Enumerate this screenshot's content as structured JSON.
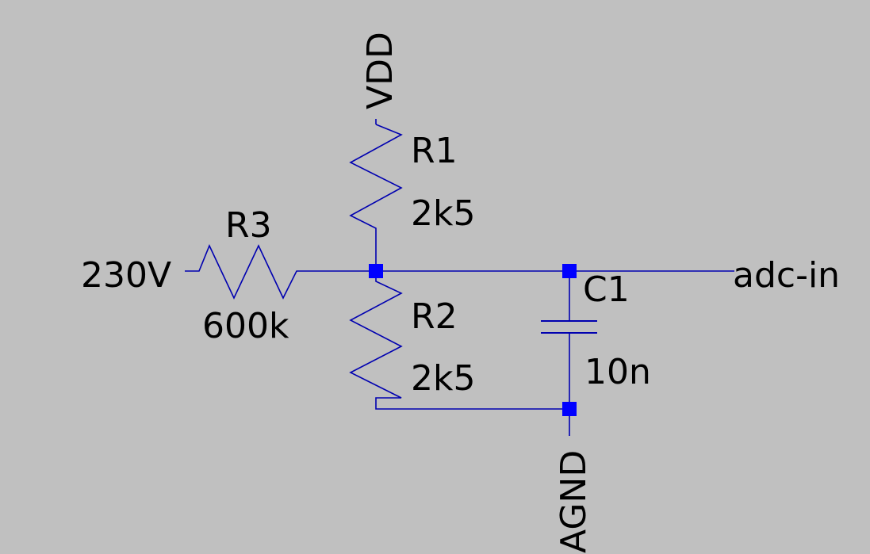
{
  "colors": {
    "background": "#c0c0c0",
    "wire": "#0000b0",
    "junction": "#0000ff",
    "text": "#000000"
  },
  "nets": {
    "vdd": "VDD",
    "agnd": "AGND",
    "input": "230V",
    "output": "adc-in"
  },
  "components": {
    "r1": {
      "name": "R1",
      "value": "2k5"
    },
    "r2": {
      "name": "R2",
      "value": "2k5"
    },
    "r3": {
      "name": "R3",
      "value": "600k"
    },
    "c1": {
      "name": "C1",
      "value": "10n"
    }
  }
}
